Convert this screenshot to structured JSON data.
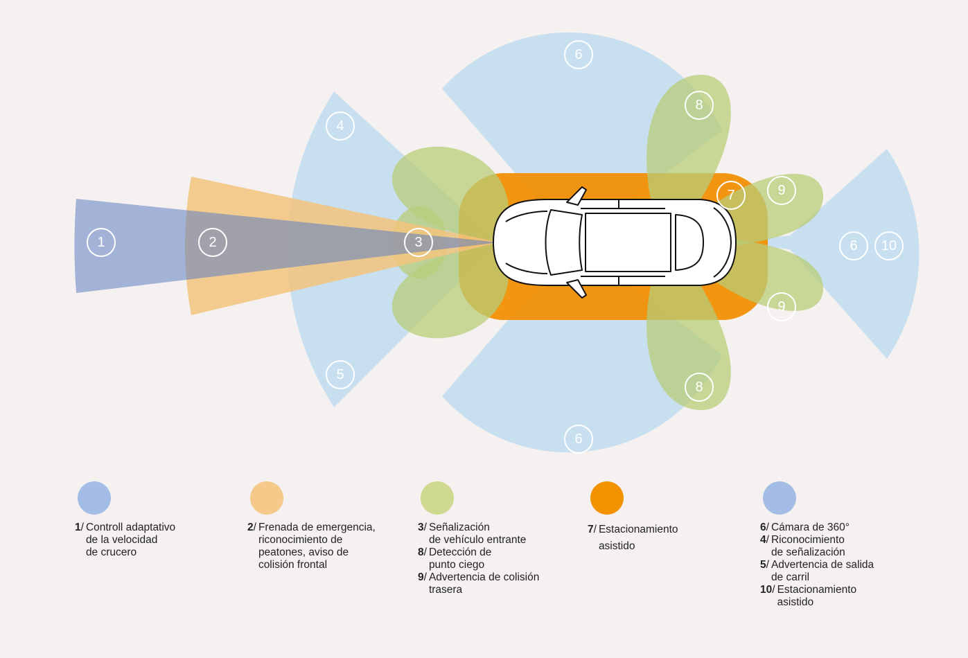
{
  "colors": {
    "background": "#f5f1f0",
    "zone_1": "#9bb0d8",
    "zone_2": "#f2c47e",
    "zone_3": "#b8cc78",
    "zone_7": "#f18e00",
    "zone_6": "#c8dff0",
    "legend_1": "#a4bde6",
    "legend_2": "#f4c98a",
    "legend_3": "#cfd98f",
    "legend_7": "#f29200",
    "legend_6": "#a3bde6"
  },
  "zones": {
    "z1": "1",
    "z2": "2",
    "z3": "3",
    "z4": "4",
    "z5": "5",
    "z6_top": "6",
    "z6_bottom": "6",
    "z6_rear": "6",
    "z10": "10",
    "z7": "7",
    "z8_top": "8",
    "z8_bottom": "8",
    "z9_top": "9",
    "z9_bottom": "9"
  },
  "legend": [
    {
      "icon": "circle-blue",
      "entries": [
        {
          "num": "1",
          "sep": "/",
          "text": "Controll adaptativo\nde la velocidad\nde crucero"
        }
      ]
    },
    {
      "icon": "circle-orange-light",
      "entries": [
        {
          "num": "2",
          "sep": "/",
          "text": "Frenada de emergencia,\nriconocimiento de\npeatones, aviso de\ncolisión frontal"
        }
      ]
    },
    {
      "icon": "circle-green",
      "entries": [
        {
          "num": "3",
          "sep": "/",
          "text": "Señalización\nde vehículo entrante"
        },
        {
          "num": "8",
          "sep": "/",
          "text": "Detección de\npunto ciego"
        },
        {
          "num": "9",
          "sep": "/",
          "text": "Advertencia de colisión\ntrasera"
        }
      ]
    },
    {
      "icon": "circle-orange",
      "entries": [
        {
          "num": "7",
          "sep": "/",
          "text": "Estacionamiento\nasistido"
        }
      ]
    },
    {
      "icon": "circle-blue-light",
      "entries": [
        {
          "num": "6",
          "sep": "/",
          "text": "Cámara de 360°"
        },
        {
          "num": "4",
          "sep": "/",
          "text": "Riconocimiento\nde señalización"
        },
        {
          "num": "5",
          "sep": "/",
          "text": "Advertencia de salida\nde carril"
        },
        {
          "num": "10",
          "sep": "/",
          "text": "Estacionamiento\nasistido"
        }
      ]
    }
  ]
}
